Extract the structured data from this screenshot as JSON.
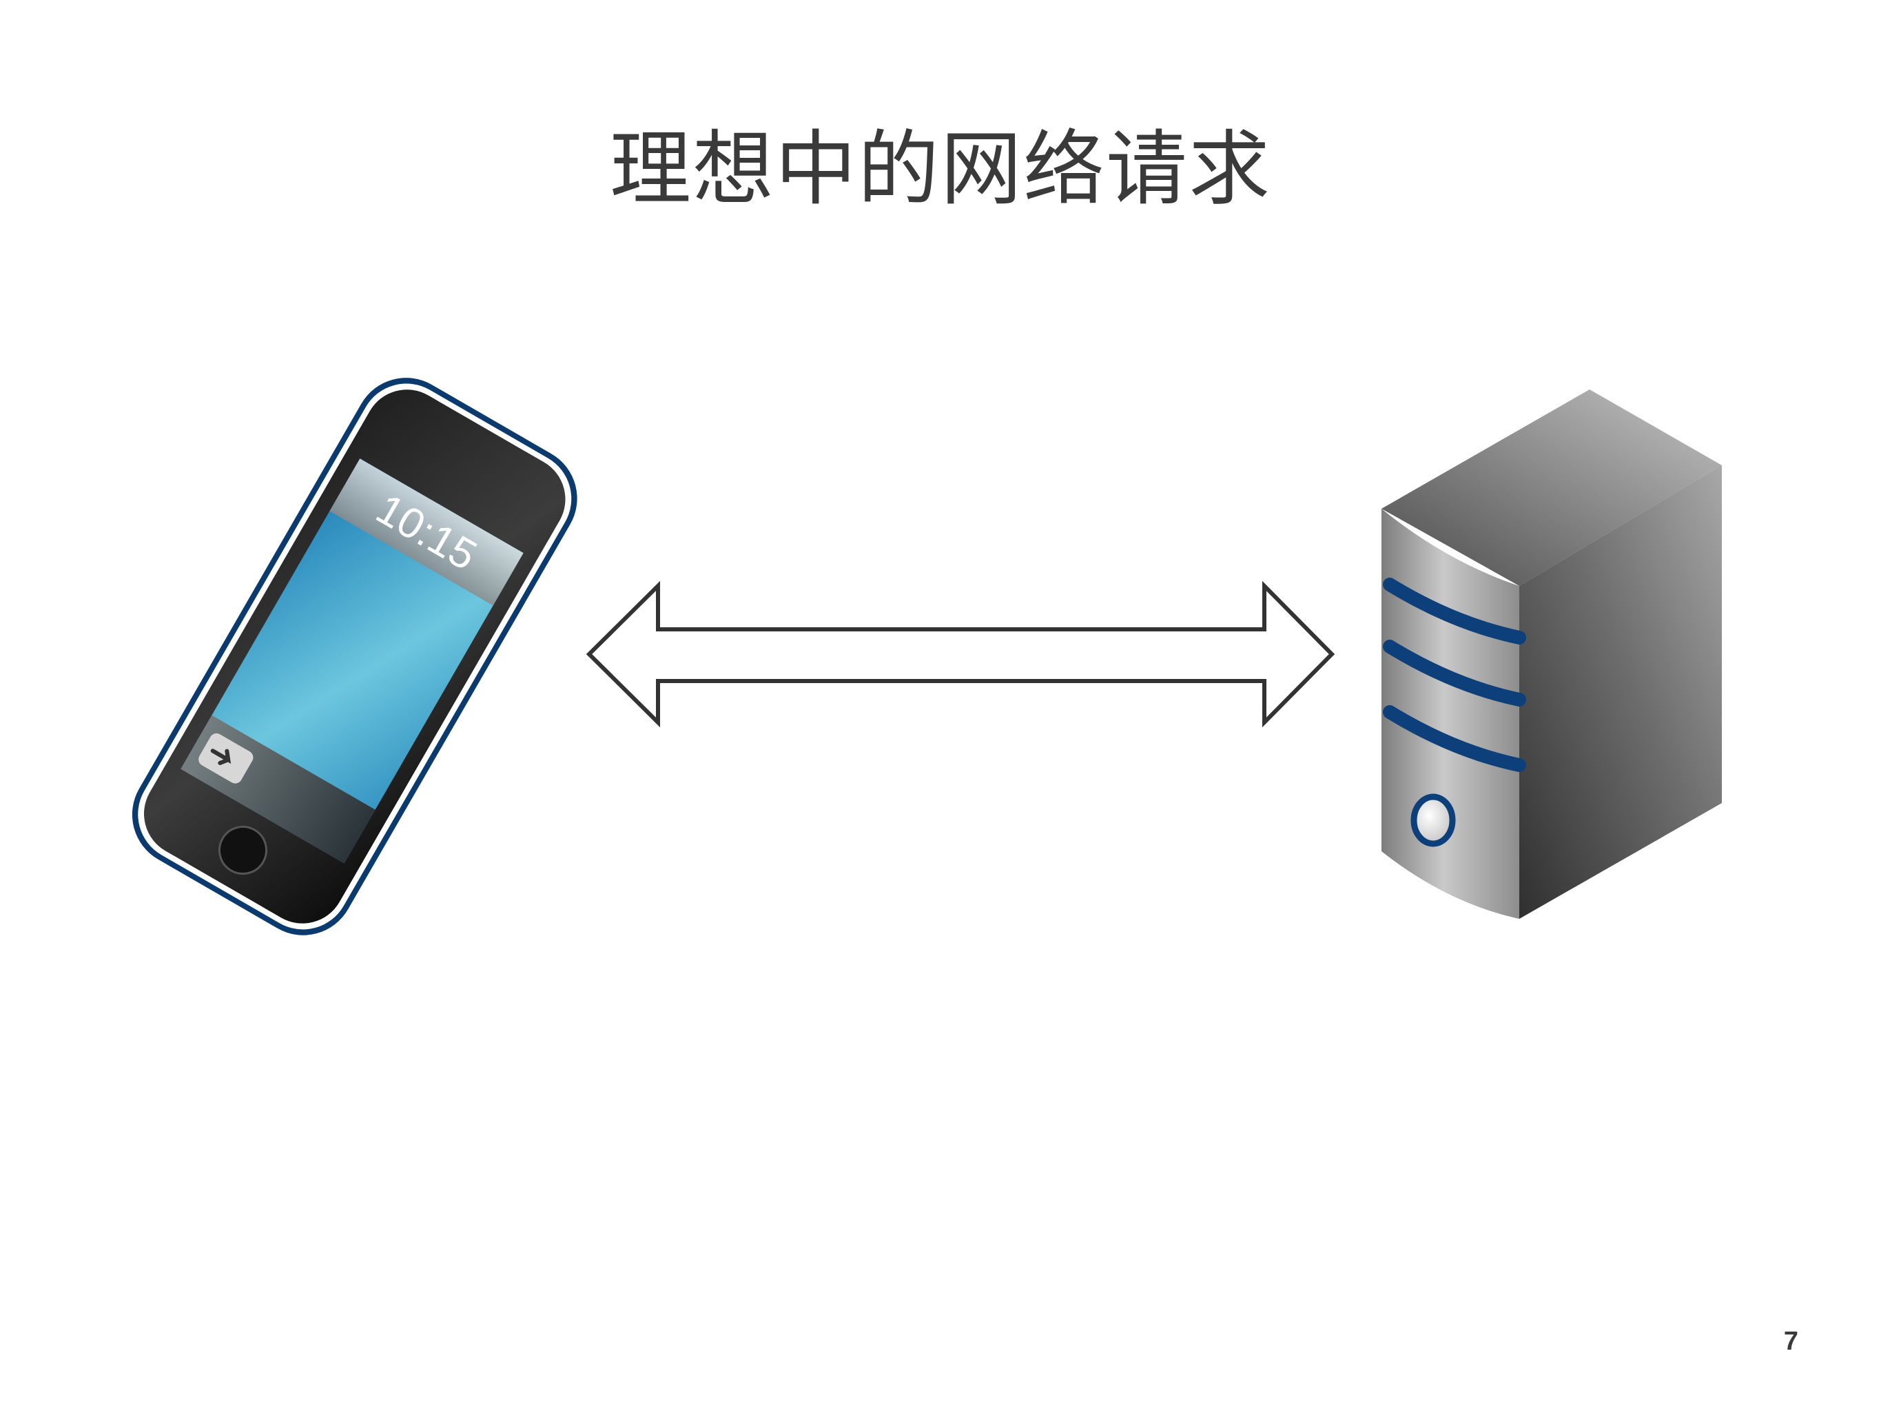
{
  "slide": {
    "title": "理想中的网络请求",
    "page_number": "7"
  },
  "phone": {
    "clock_text": "10:15",
    "icon": "smartphone-icon",
    "body_color": "#0b3a6e",
    "screen_color": "#3ba3d0"
  },
  "connector": {
    "type": "double-headed-arrow",
    "stroke_color": "#333333"
  },
  "server": {
    "icon": "server-tower-icon",
    "body_color": "#8a8a8a",
    "stripe_color": "#0d3f7a"
  }
}
